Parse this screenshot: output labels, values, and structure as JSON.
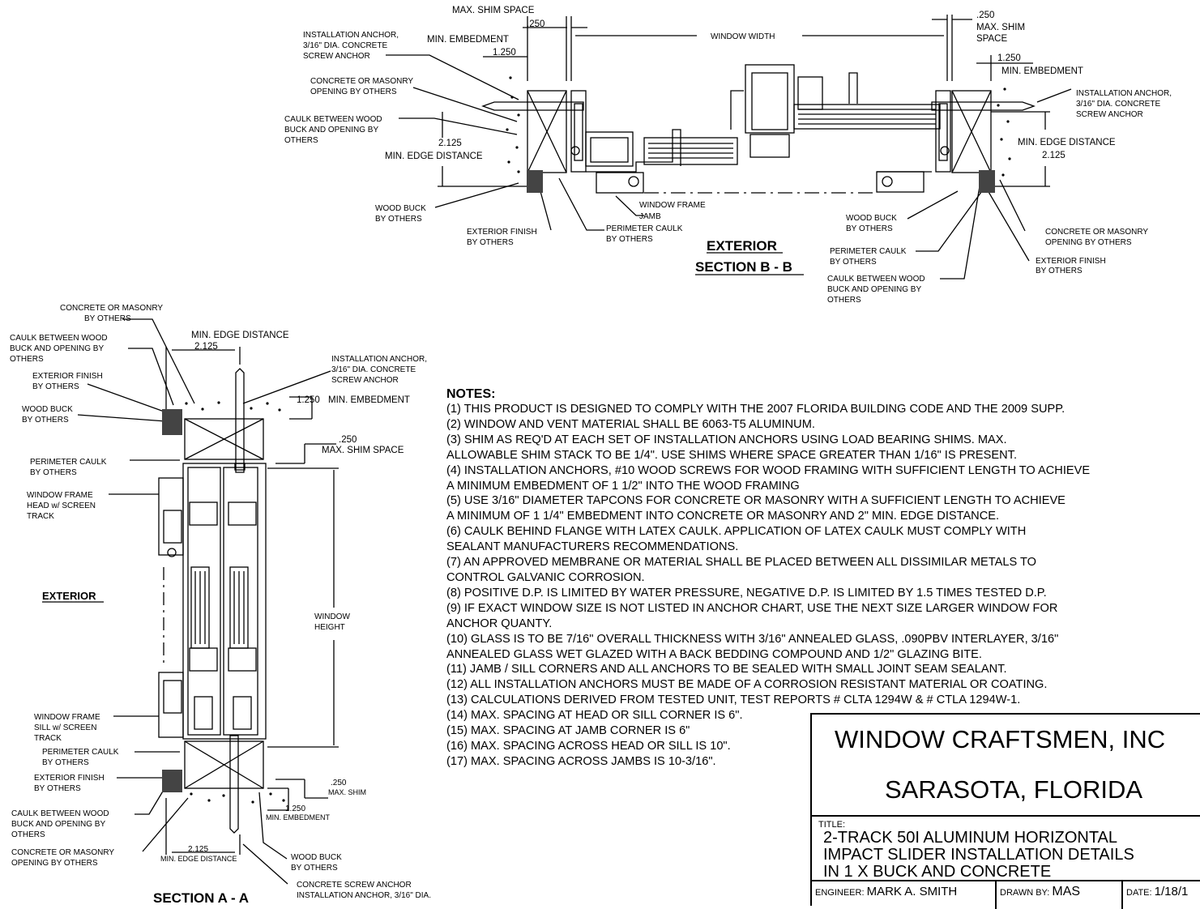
{
  "section_bb": {
    "dims": {
      "max_shim_top": "MAX. SHIM SPACE",
      "shim_250_left": ".250",
      "min_embed_left": "MIN. EMBEDMENT",
      "embed_1250_left": "1.250",
      "window_width": "WINDOW WIDTH",
      "shim_250_right": ".250",
      "max_shim_right_1": "MAX. SHIM",
      "max_shim_right_2": "SPACE",
      "embed_1250_right": "1.250",
      "min_embed_right": "MIN. EMBEDMENT",
      "edge_2125_left": "2.125",
      "min_edge_left": "MIN. EDGE DISTANCE",
      "min_edge_right": "MIN. EDGE DISTANCE",
      "edge_2125_right": "2.125"
    },
    "left_labels": {
      "anchor_1": "INSTALLATION ANCHOR,",
      "anchor_2": "3/16\" DIA. CONCRETE",
      "anchor_3": "SCREW ANCHOR",
      "concrete_1": "CONCRETE OR MASONRY",
      "concrete_2": "OPENING BY OTHERS",
      "caulk_1": "CAULK BETWEEN WOOD",
      "caulk_2": "BUCK AND OPENING BY",
      "caulk_3": "OTHERS",
      "wood_1": "WOOD BUCK",
      "wood_2": "BY OTHERS",
      "ext_1": "EXTERIOR FINISH",
      "ext_2": "BY OTHERS",
      "frame_1": "WINDOW FRAME",
      "frame_2": "JAMB",
      "peri_1": "PERIMETER CAULK",
      "peri_2": "BY OTHERS"
    },
    "right_labels": {
      "anchor_1": "INSTALLATION ANCHOR,",
      "anchor_2": "3/16\" DIA. CONCRETE",
      "anchor_3": "SCREW ANCHOR",
      "wood_1": "WOOD BUCK",
      "wood_2": "BY OTHERS",
      "concrete_1": "CONCRETE OR MASONRY",
      "concrete_2": "OPENING BY OTHERS",
      "peri_1": "PERIMETER CAULK",
      "peri_2": "BY OTHERS",
      "ext_1": "EXTERIOR FINISH",
      "ext_2": "BY OTHERS",
      "caulk_1": "CAULK BETWEEN WOOD",
      "caulk_2": "BUCK AND OPENING BY",
      "caulk_3": "OTHERS"
    },
    "exterior": "EXTERIOR",
    "title": "SECTION  B - B"
  },
  "section_aa": {
    "labels": {
      "concrete_top_1": "CONCRETE OR MASONRY",
      "concrete_top_2": "BY OTHERS",
      "caulk_top_1": "CAULK BETWEEN WOOD",
      "caulk_top_2": "BUCK AND OPENING BY",
      "caulk_top_3": "OTHERS",
      "ext_top_1": "EXTERIOR FINISH",
      "ext_top_2": "BY OTHERS",
      "wood_top_1": "WOOD BUCK",
      "wood_top_2": "BY OTHERS",
      "peri_top_1": "PERIMETER CAULK",
      "peri_top_2": "BY OTHERS",
      "head_1": "WINDOW FRAME",
      "head_2": "HEAD w/ SCREEN",
      "head_3": "TRACK",
      "exterior": "EXTERIOR",
      "sill_1": "WINDOW FRAME",
      "sill_2": "SILL w/ SCREEN",
      "sill_3": "TRACK",
      "peri_bot_1": "PERIMETER CAULK",
      "peri_bot_2": "BY OTHERS",
      "ext_bot_1": "EXTERIOR FINISH",
      "ext_bot_2": "BY OTHERS",
      "caulk_bot_1": "CAULK BETWEEN WOOD",
      "caulk_bot_2": "BUCK AND OPENING BY",
      "caulk_bot_3": "OTHERS",
      "concrete_bot_1": "CONCRETE OR MASONRY",
      "concrete_bot_2": "OPENING BY OTHERS",
      "anchor_1": "INSTALLATION ANCHOR,",
      "anchor_2": "3/16\" DIA. CONCRETE",
      "anchor_3": "SCREW ANCHOR",
      "wood_bot_1": "WOOD BUCK",
      "wood_bot_2": "BY OTHERS",
      "screw_1": "CONCRETE SCREW ANCHOR",
      "screw_2": "INSTALLATION ANCHOR, 3/16\" DIA."
    },
    "dims": {
      "min_edge_top": "MIN. EDGE DISTANCE",
      "edge_2125_top": "2.125",
      "embed_1250_top": "1.250",
      "min_embed_top": "MIN. EMBEDMENT",
      "shim_250_top": ".250",
      "max_shim_top": "MAX. SHIM SPACE",
      "window_h_1": "WINDOW",
      "window_h_2": "HEIGHT",
      "shim_250_bot": ".250",
      "max_shim_bot": "MAX. SHIM",
      "embed_1250_bot": "1.250",
      "min_embed_bot": "MIN. EMBEDMENT",
      "edge_2125_bot": "2.125",
      "min_edge_bot": "MIN. EDGE DISTANCE"
    },
    "title": "SECTION  A - A"
  },
  "notes": {
    "heading": "NOTES:",
    "lines": [
      "(1) THIS PRODUCT IS DESIGNED TO COMPLY WITH THE 2007 FLORIDA BUILDING CODE AND THE 2009 SUPP.",
      "(2) WINDOW AND VENT MATERIAL SHALL BE 6063-T5 ALUMINUM.",
      "(3) SHIM AS REQ'D AT EACH SET OF  INSTALLATION ANCHORS USING LOAD BEARING SHIMS. MAX.",
      "ALLOWABLE SHIM STACK TO BE 1/4\". USE SHIMS WHERE SPACE GREATER THAN 1/16\" IS PRESENT.",
      "(4)  INSTALLATION ANCHORS, #10 WOOD SCREWS FOR WOOD FRAMING WITH SUFFICIENT LENGTH TO ACHIEVE",
      "A MINIMUM EMBEDMENT OF 1 1/2\" INTO THE WOOD FRAMING",
      "(5) USE 3/16\" DIAMETER TAPCONS FOR CONCRETE OR MASONRY WITH A SUFFICIENT LENGTH TO ACHIEVE",
      "A MINIMUM OF 1 1/4\" EMBEDMENT INTO CONCRETE OR MASONRY AND 2\" MIN. EDGE DISTANCE.",
      "(6) CAULK BEHIND FLANGE WITH LATEX CAULK. APPLICATION OF LATEX CAULK MUST COMPLY WITH",
      "SEALANT MANUFACTURERS RECOMMENDATIONS.",
      "(7)  AN APPROVED MEMBRANE OR MATERIAL SHALL BE PLACED BETWEEN ALL DISSIMILAR METALS TO",
      "CONTROL GALVANIC CORROSION.",
      "(8) POSITIVE D.P. IS LIMITED BY WATER PRESSURE, NEGATIVE D.P. IS LIMITED BY 1.5 TIMES TESTED D.P.",
      "(9) IF EXACT WINDOW SIZE IS NOT LISTED IN ANCHOR CHART, USE THE NEXT SIZE LARGER WINDOW FOR",
      "ANCHOR QUANTY.",
      "(10) GLASS IS TO BE 7/16\" OVERALL THICKNESS WITH 3/16\" ANNEALED GLASS, .090PBV INTERLAYER, 3/16\"",
      "ANNEALED GLASS WET GLAZED WITH A BACK BEDDING COMPOUND AND 1/2\" GLAZING BITE.",
      "(11) JAMB / SILL CORNERS AND ALL ANCHORS TO BE SEALED WITH SMALL JOINT SEAM SEALANT.",
      "(12) ALL INSTALLATION ANCHORS MUST BE MADE OF A CORROSION RESISTANT MATERIAL OR COATING.",
      "(13)  CALCULATIONS DERIVED FROM TESTED UNIT, TEST REPORTS # CLTA 1294W & # CTLA 1294W-1.",
      "(14) MAX. SPACING AT HEAD OR SILL CORNER IS 6\".",
      "(15) MAX. SPACING AT JAMB CORNER IS 6\"",
      "(16) MAX. SPACING ACROSS HEAD OR SILL IS 10\".",
      "(17) MAX. SPACING ACROSS JAMBS IS 10-3/16\"."
    ]
  },
  "title_block": {
    "company": "WINDOW CRAFTSMEN, INC",
    "city": "SARASOTA, FLORIDA",
    "title_label": "TITLE:",
    "title_line_1": "2-TRACK 50I ALUMINUM HORIZONTAL",
    "title_line_2": "IMPACT SLIDER INSTALLATION DETAILS",
    "title_line_3": "IN 1 X BUCK AND CONCRETE",
    "engineer_label": "ENGINEER:",
    "engineer": "MARK A. SMITH",
    "drawn_label": "DRAWN BY:",
    "drawn": "MAS",
    "date_label": "DATE:",
    "date": "1/18/1"
  }
}
